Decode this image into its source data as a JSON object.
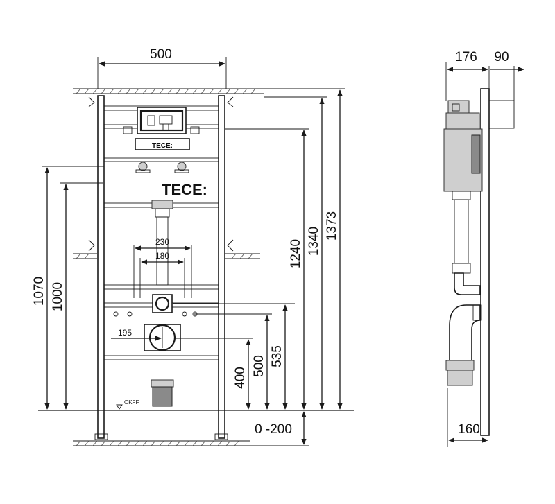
{
  "brand": {
    "logo_main": "TECE:",
    "logo_small": "TECE:"
  },
  "front_view": {
    "dim_width": "500",
    "dim_1070": "1070",
    "dim_1000": "1000",
    "dim_1240": "1240",
    "dim_1340": "1340",
    "dim_1373": "1373",
    "dim_230": "230",
    "dim_180": "180",
    "dim_195": "195",
    "dim_400": "400",
    "dim_500": "500",
    "dim_535": "535",
    "dim_floor": "0 -200",
    "floor_label": "OKFF"
  },
  "side_view": {
    "dim_176": "176",
    "dim_90": "90",
    "dim_160": "160"
  }
}
